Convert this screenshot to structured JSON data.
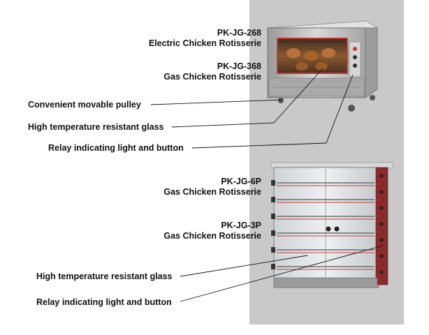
{
  "products": {
    "top": [
      {
        "model": "PK-JG-268",
        "name": "Electric Chicken Rotisserie"
      },
      {
        "model": "PK-JG-368",
        "name": "Gas Chicken Rotisserie"
      }
    ],
    "bottom": [
      {
        "model": "PK-JG-6P",
        "name": "Gas Chicken Rotisserie"
      },
      {
        "model": "PK-JG-3P",
        "name": "Gas Chicken Rotisserie"
      }
    ]
  },
  "features": {
    "top": [
      "Convenient movable pulley",
      "High temperature resistant glass",
      "Relay indicating light and button"
    ],
    "bottom": [
      "High temperature resistant glass",
      "Relay indicating light and button"
    ]
  },
  "colors": {
    "panel": "#c9c9c9",
    "steel": "#b8b8b8",
    "glow": "#c0392b",
    "text": "#111111"
  }
}
